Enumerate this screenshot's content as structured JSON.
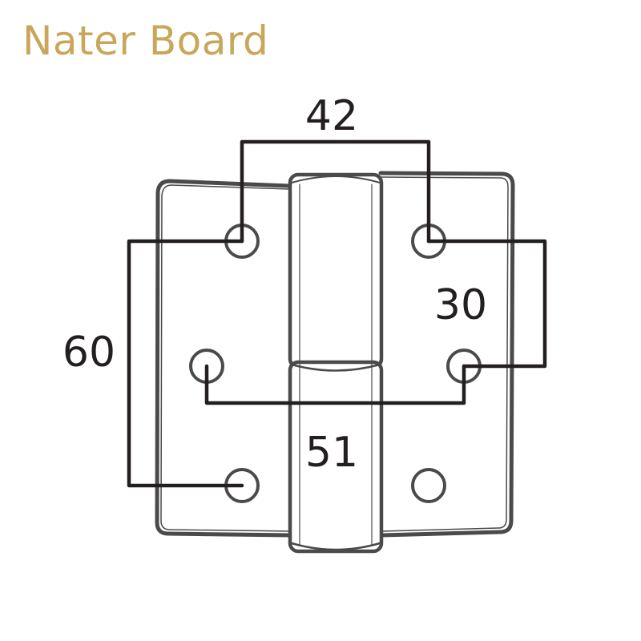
{
  "title": "Nater Board",
  "colors": {
    "title": "#c9a65a",
    "outline": "#4a4a4a",
    "dimension_line": "#231f20",
    "background": "#ffffff"
  },
  "dimensions": {
    "top": "42",
    "right": "30",
    "left": "60",
    "center": "51"
  }
}
